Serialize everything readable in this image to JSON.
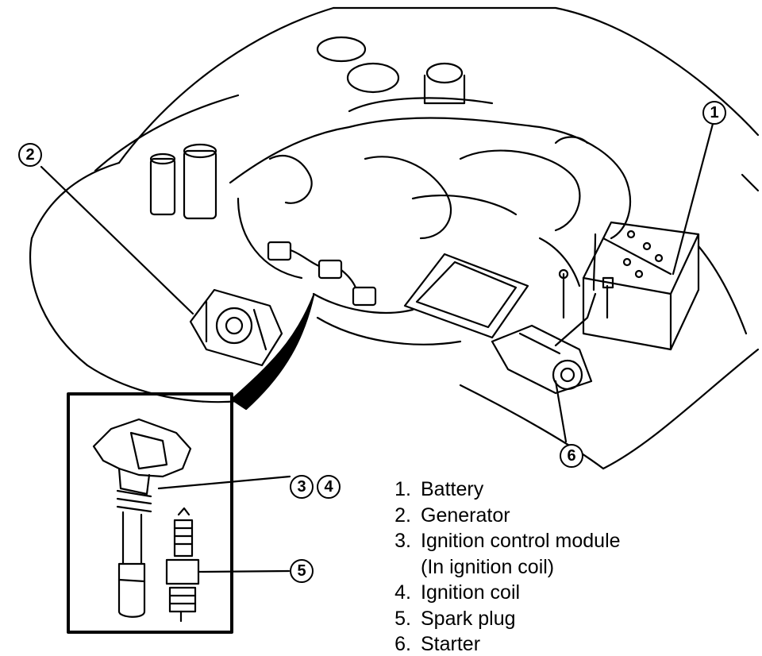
{
  "callouts": {
    "c1": "1",
    "c2": "2",
    "c3": "3",
    "c4": "4",
    "c5": "5",
    "c6": "6"
  },
  "legend": [
    {
      "num": "1.",
      "label": "Battery"
    },
    {
      "num": "2.",
      "label": "Generator"
    },
    {
      "num": "3.",
      "label": "Ignition control module"
    },
    {
      "num": "",
      "label": "(In ignition coil)"
    },
    {
      "num": "4.",
      "label": "Ignition coil"
    },
    {
      "num": "5.",
      "label": "Spark plug"
    },
    {
      "num": "6.",
      "label": "Starter"
    }
  ]
}
